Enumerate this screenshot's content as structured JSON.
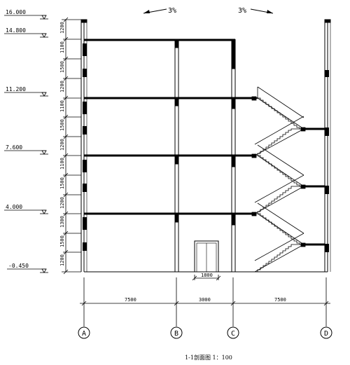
{
  "drawing": {
    "title": "1-1剖面图 1：100",
    "roof_slope_left": "3%",
    "roof_slope_right": "3%",
    "elevations": [
      "16.000",
      "14.800",
      "11.200",
      "7.600",
      "4.000",
      "-0.450"
    ],
    "segment_dims": [
      "1200",
      "1100",
      "1500",
      "1200",
      "1100",
      "1500",
      "1200",
      "1100",
      "1500",
      "1200",
      "1300",
      "1500",
      "1200"
    ],
    "bay_dims": [
      "7500",
      "3000",
      "7500"
    ],
    "door_width": "1800",
    "axes": [
      "A",
      "B",
      "C",
      "D"
    ]
  }
}
